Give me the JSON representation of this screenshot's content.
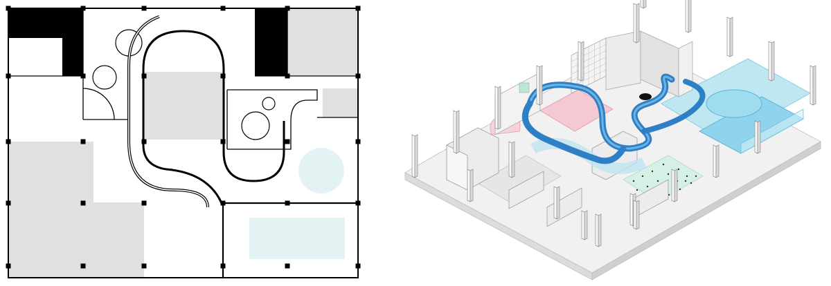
{
  "drawings": [
    {
      "kind": "floor-plan",
      "view": "top"
    },
    {
      "kind": "axonometric",
      "view": "isometric"
    }
  ],
  "colors": {
    "line": "#000000",
    "fill_grey": "#e0e0e0",
    "fill_pale_blue": "#e3f3f3",
    "pool_blue": "#9fdcef",
    "ribbon_blue": "#3d8fd4",
    "pink": "#f4c9d2",
    "terrazzo_green": "#d5f0e4",
    "wall_grey": "#e9e9e9"
  }
}
